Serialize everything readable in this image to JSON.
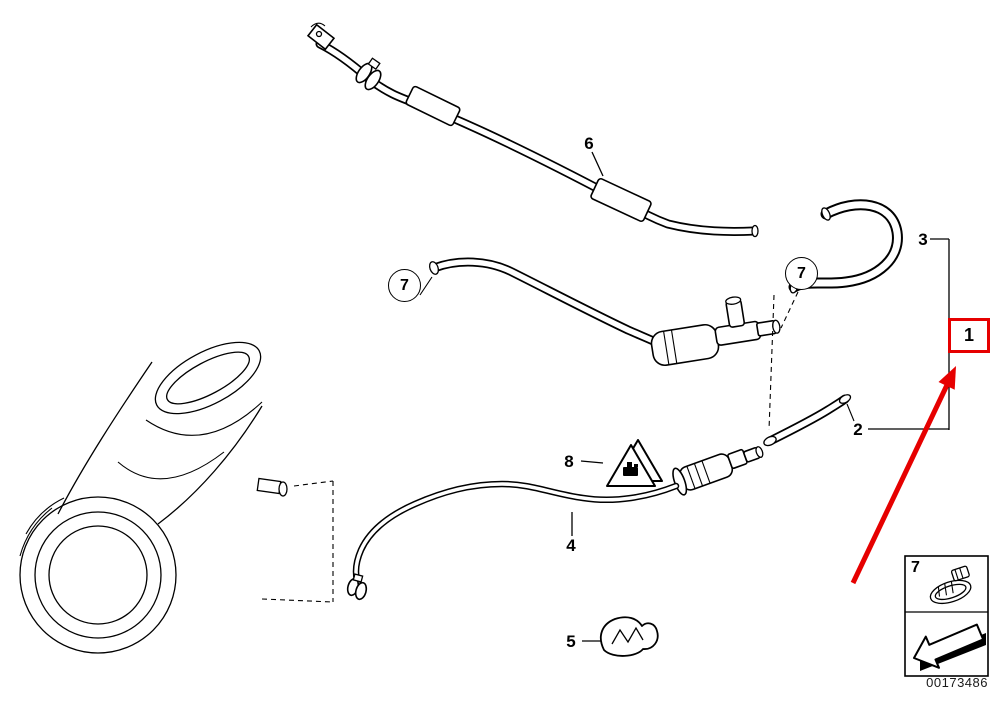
{
  "callouts": {
    "c1": "1",
    "c2": "2",
    "c3": "3",
    "c4": "4",
    "c5": "5",
    "c6": "6",
    "c7_left": "7",
    "c7_right": "7",
    "c8": "8"
  },
  "legend": {
    "item_label": "7"
  },
  "footer": {
    "part_number": "00173486"
  },
  "icons": {
    "warning": "engine-warning-triangle-icon",
    "clamp": "hose-clamp-icon",
    "arrow": "direction-arrow-icon"
  },
  "colors": {
    "highlight": "#e60000",
    "line": "#000000",
    "background": "#ffffff"
  }
}
